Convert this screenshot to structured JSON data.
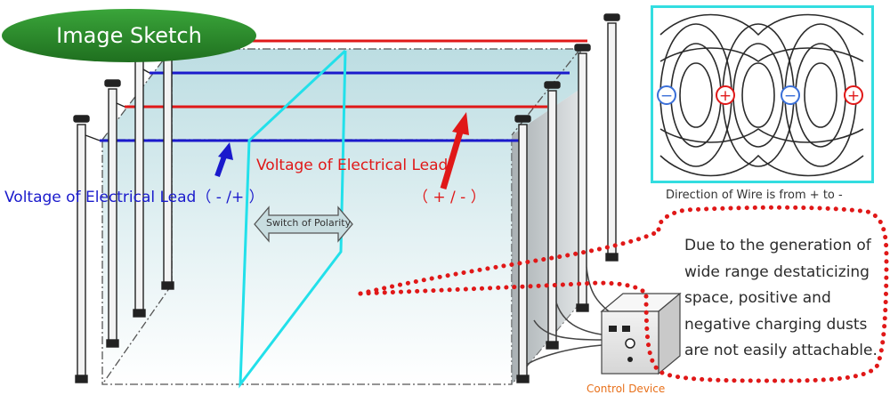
{
  "badge": {
    "text": "Image Sketch"
  },
  "labels": {
    "blue_lead": "Voltage of Electrical Lead（ - /+ ）",
    "red_lead_line1": "Voltage of Electrical Lead",
    "red_lead_line2": "（ + / - ）",
    "switch": "Switch of Polarity",
    "control": "Control Device",
    "inset_caption": "Direction of Wire is from + to -"
  },
  "inset": {
    "charges": [
      "−",
      "+",
      "−",
      "+"
    ]
  },
  "callout": {
    "lines": [
      "Due to the generation of",
      "wide range destaticizing",
      "space, positive and",
      "negative charging dusts",
      "are not easily attachable."
    ]
  },
  "colors": {
    "badge": "#2c8a2c",
    "blue_wire": "#1a1acc",
    "red_wire": "#e01818",
    "frame_cyan": "#33dde0",
    "dots": "#e01818",
    "control_label": "#e8701a"
  }
}
